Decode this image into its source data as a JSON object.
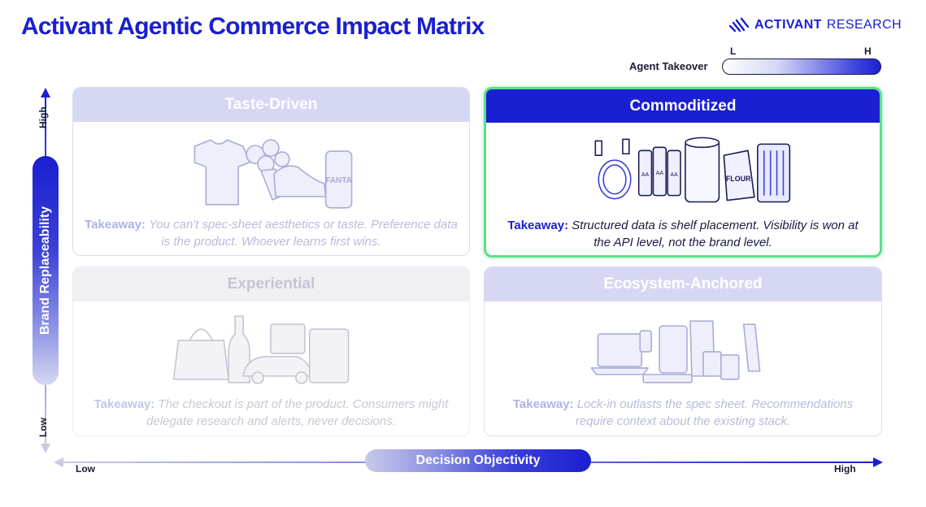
{
  "header": {
    "title": "Activant Agentic Commerce Impact Matrix",
    "brand_bold": "ACTIVANT",
    "brand_light": "RESEARCH"
  },
  "legend": {
    "label": "Agent Takeover",
    "low": "L",
    "high": "H"
  },
  "y_axis": {
    "label": "Brand Replaceability",
    "high": "High",
    "low": "Low"
  },
  "x_axis": {
    "label": "Decision Objectivity",
    "low": "Low",
    "high": "High"
  },
  "quadrants": {
    "taste": {
      "title": "Taste-Driven",
      "takeaway_label": "Takeaway:",
      "takeaway_text": "You can't spec-sheet aesthetics or taste. Preference data is the product. Whoever learns first wins.",
      "can_label": "FANTA"
    },
    "commoditized": {
      "title": "Commoditized",
      "takeaway_label": "Takeaway:",
      "takeaway_text": "Structured data is shelf placement. Visibility is won at the API level, not the brand level.",
      "flour_label": "FLOUR",
      "battery_label": "AA"
    },
    "experiential": {
      "title": "Experiential",
      "takeaway_label": "Takeaway:",
      "takeaway_text": "The checkout is part of the product. Consumers might delegate research and alerts, never decisions."
    },
    "ecosystem": {
      "title": "Ecosystem-Anchored",
      "takeaway_label": "Takeaway:",
      "takeaway_text": "Lock-in outlasts the spec sheet. Recommendations require context about the existing stack."
    }
  },
  "colors": {
    "brand_blue": "#1a1fd1",
    "highlight_green": "#5be08a",
    "faded_header": "#d6d8f3"
  }
}
